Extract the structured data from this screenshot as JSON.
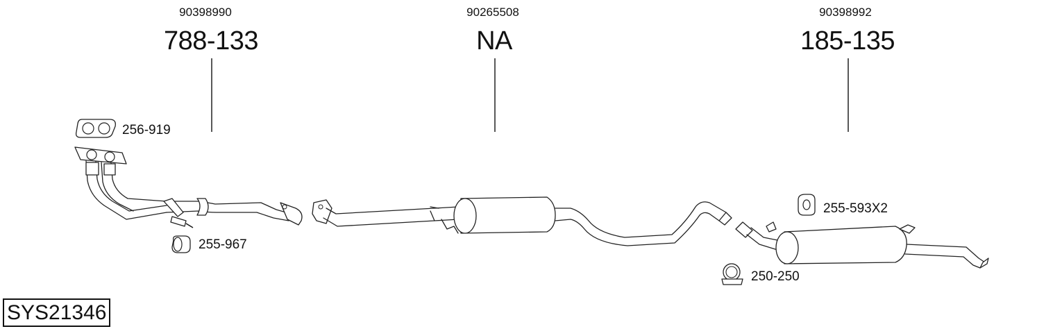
{
  "groups": [
    {
      "oem": "90398990",
      "part": "788-133"
    },
    {
      "oem": "90265508",
      "part": "NA"
    },
    {
      "oem": "90398992",
      "part": "185-135"
    }
  ],
  "components": {
    "gasket": "256-919",
    "rubber_mount_front": "255-967",
    "rubber_mount_rear": "255-593X2",
    "clamp": "250-250"
  },
  "system_id": "SYS21346"
}
